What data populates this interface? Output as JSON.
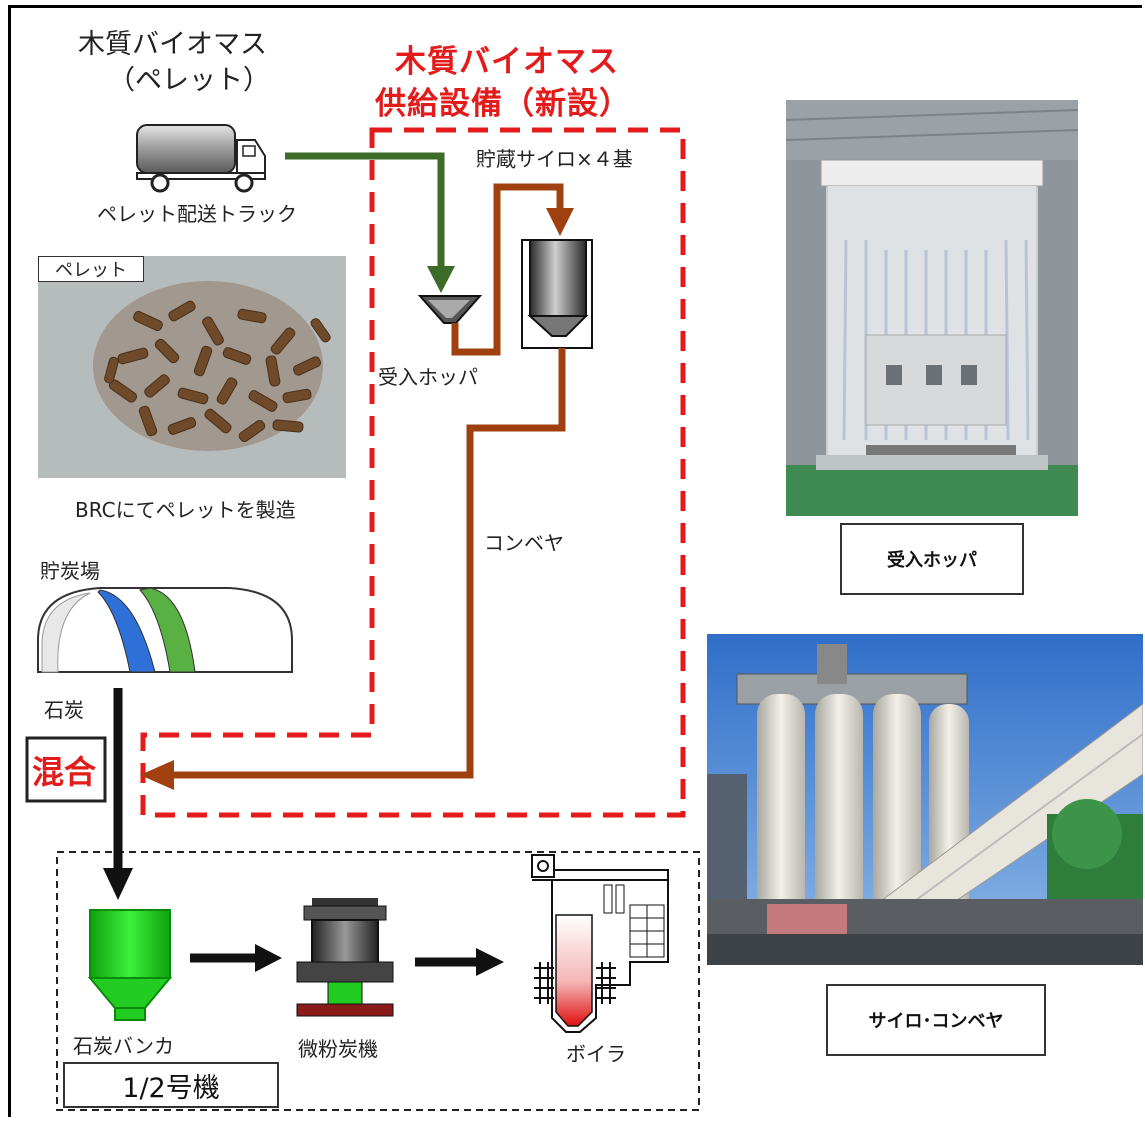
{
  "titles": {
    "biomass_line1": "木質バイオマス",
    "biomass_line2": "（ペレット）",
    "facility_line1": "木質バイオマス",
    "facility_line2": "供給設備（新設）"
  },
  "labels": {
    "truck": "ペレット配送トラック",
    "silo": "貯蔵サイロ×４基",
    "pellet_photo_tag": "ペレット",
    "hopper": "受入ホッパ",
    "brc": "BRCにてペレットを製造",
    "conveyor": "コンベヤ",
    "coal_yard": "貯炭場",
    "coal": "石炭",
    "mix": "混合",
    "coal_bunker": "石炭バンカ",
    "mill": "微粉炭機",
    "boiler": "ボイラ",
    "unit": "1/2号機",
    "photo_hopper_caption": "受入ホッパ",
    "photo_silo_caption": "サイロ･コンベヤ"
  },
  "colors": {
    "green_arrow": "#3d6b2a",
    "brown_line": "#a0400f",
    "red_dash": "#e41b1b",
    "bunker_green": "#22cc22"
  }
}
